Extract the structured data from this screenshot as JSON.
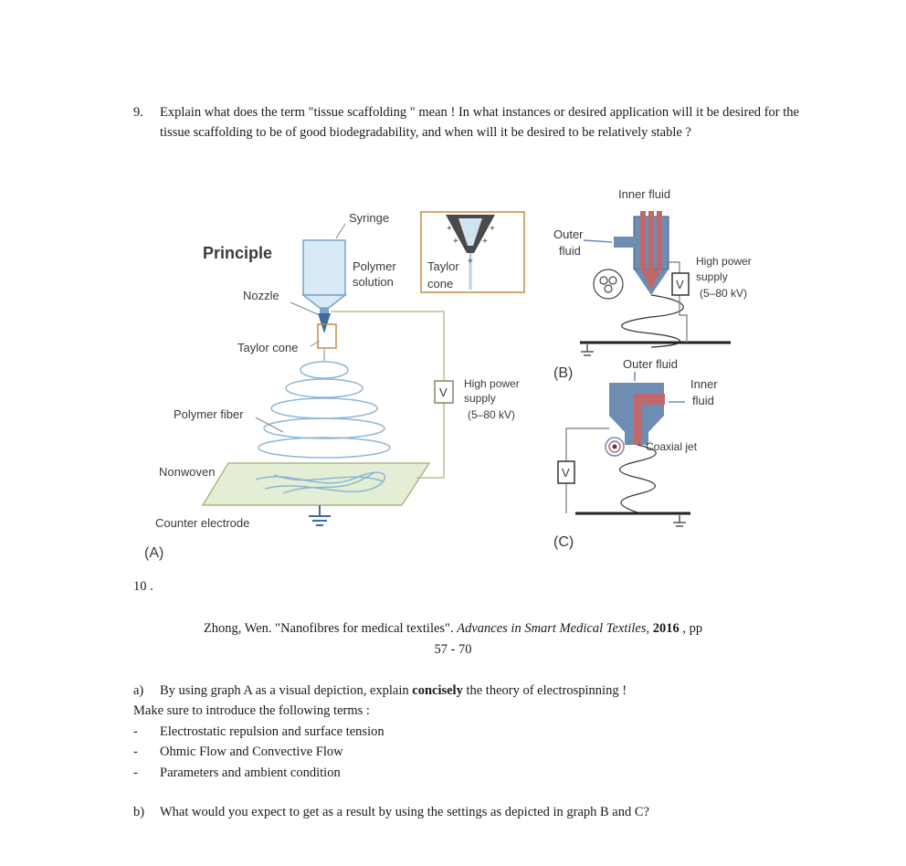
{
  "q9": {
    "number": "9.",
    "text": "Explain what does the term \"tissue scaffolding \" mean ! In what instances or desired application will it be desired for the tissue scaffolding to be of good biodegradability, and when will it be desired to be relatively stable ?"
  },
  "figure": {
    "panel_a": {
      "title": "Principle",
      "label": "(A)",
      "syringe": "Syringe",
      "polymer_solution_1": "Polymer",
      "polymer_solution_2": "solution",
      "nozzle": "Nozzle",
      "taylor_cone": "Taylor cone",
      "inset_taylor": "Taylor",
      "inset_cone": "cone",
      "polymer_fiber": "Polymer fiber",
      "nonwoven": "Nonwoven",
      "counter_electrode": "Counter electrode",
      "voltmeter": "V",
      "supply_1": "High power",
      "supply_2": "supply",
      "supply_3": "(5–80 kV)"
    },
    "panel_b": {
      "label": "(B)",
      "inner_fluid": "Inner fluid",
      "outer_1": "Outer",
      "outer_2": "fluid",
      "voltmeter": "V",
      "supply_1": "High power",
      "supply_2": "supply",
      "supply_3": "(5–80 kV)"
    },
    "panel_c": {
      "label": "(C)",
      "outer_fluid": "Outer fluid",
      "inner_1": "Inner",
      "inner_2": "fluid",
      "coaxial_jet": "Coaxial jet",
      "voltmeter": "V"
    }
  },
  "q10": {
    "number": "10 ."
  },
  "citation": {
    "author_title": "Zhong, Wen. \"Nanofibres for medical textiles\". ",
    "source": "Advances in Smart Medical Textiles",
    "sep": ", ",
    "year": "2016",
    "pp": " , pp",
    "pages": "57 - 70"
  },
  "qa": {
    "marker": "a)",
    "text_before": "By using graph A as a visual depiction, explain ",
    "bold": "concisely",
    "text_after": " the theory of electrospinning !",
    "line2": "Make sure to introduce the following terms :",
    "bullets": [
      "Electrostatic repulsion and surface tension",
      "Ohmic Flow and Convective Flow",
      "Parameters and ambient condition"
    ],
    "bullet_mark": "-"
  },
  "qb": {
    "marker": "b)",
    "text": "What would you expect to get as a result by using the settings as depicted in graph B and C?"
  }
}
